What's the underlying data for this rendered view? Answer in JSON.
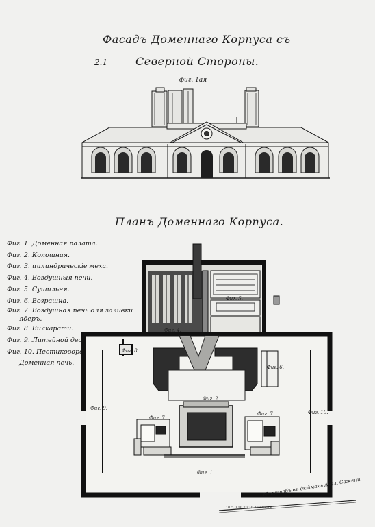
{
  "facade": {
    "title_line1": "Фасадъ Доменнаго Корпуса съ",
    "fig_number": "2.1",
    "title_line2": "Северной Стороны.",
    "figure_label": "фиг. 1ая"
  },
  "plan": {
    "title": "Планъ Доменнаго Корпуса.",
    "legend": [
      "Фиг. 1. Доменная палата.",
      "Фиг. 2. Колошная.",
      "Фиг. 3. цилиндрическiе меха.",
      "Фиг. 4. Воздушныя печи.",
      "Фиг. 5. Сушильня.",
      "Фиг. 6. Вограшна.",
      "Фиг. 7. Воздушная печь для заливки",
      "ядеръ.",
      "Фиг. 8. Вилкарати.",
      "Фиг. 9. Литейной дворъ.",
      "Фиг. 10. Пестиковорочн.",
      "Доменная печь."
    ],
    "room_labels": {
      "fig5": "Фиг. 5.",
      "fig4": "Фиг. 4.",
      "fig8": "Фиг. 8.",
      "fig6": "Фиг. 6.",
      "fig9": "Фиг. 9.",
      "fig2": "Фиг. 2.",
      "fig7a": "Фиг. 7.",
      "fig7b": "Фиг. 7.",
      "fig10": "Фиг. 10.",
      "fig1": "Фиг. 1."
    },
    "scale_label": "Масштабъ въ дюймахъ Англ. Сажени",
    "scale_numbers": "10  5  0  10  20  30  40  50 саж."
  }
}
